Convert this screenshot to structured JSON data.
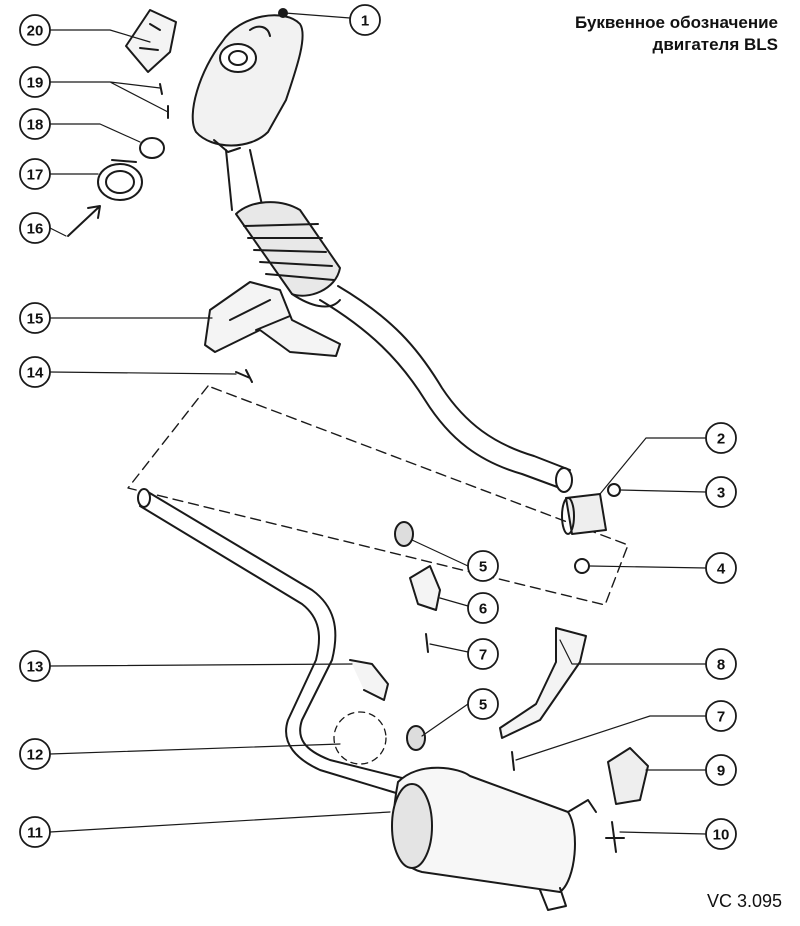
{
  "caption": {
    "line1": "Буквенное обозначение",
    "line2": "двигателя BLS"
  },
  "drawing_code": "VC 3.095",
  "callouts": [
    "1",
    "2",
    "3",
    "4",
    "5",
    "6",
    "7",
    "8",
    "9",
    "10",
    "11",
    "12",
    "13",
    "14",
    "15",
    "16",
    "17",
    "18",
    "19",
    "20",
    "5",
    "7"
  ],
  "colors": {
    "ink": "#1a1a1a",
    "paper": "#ffffff",
    "shade": "#cfcfcf"
  }
}
